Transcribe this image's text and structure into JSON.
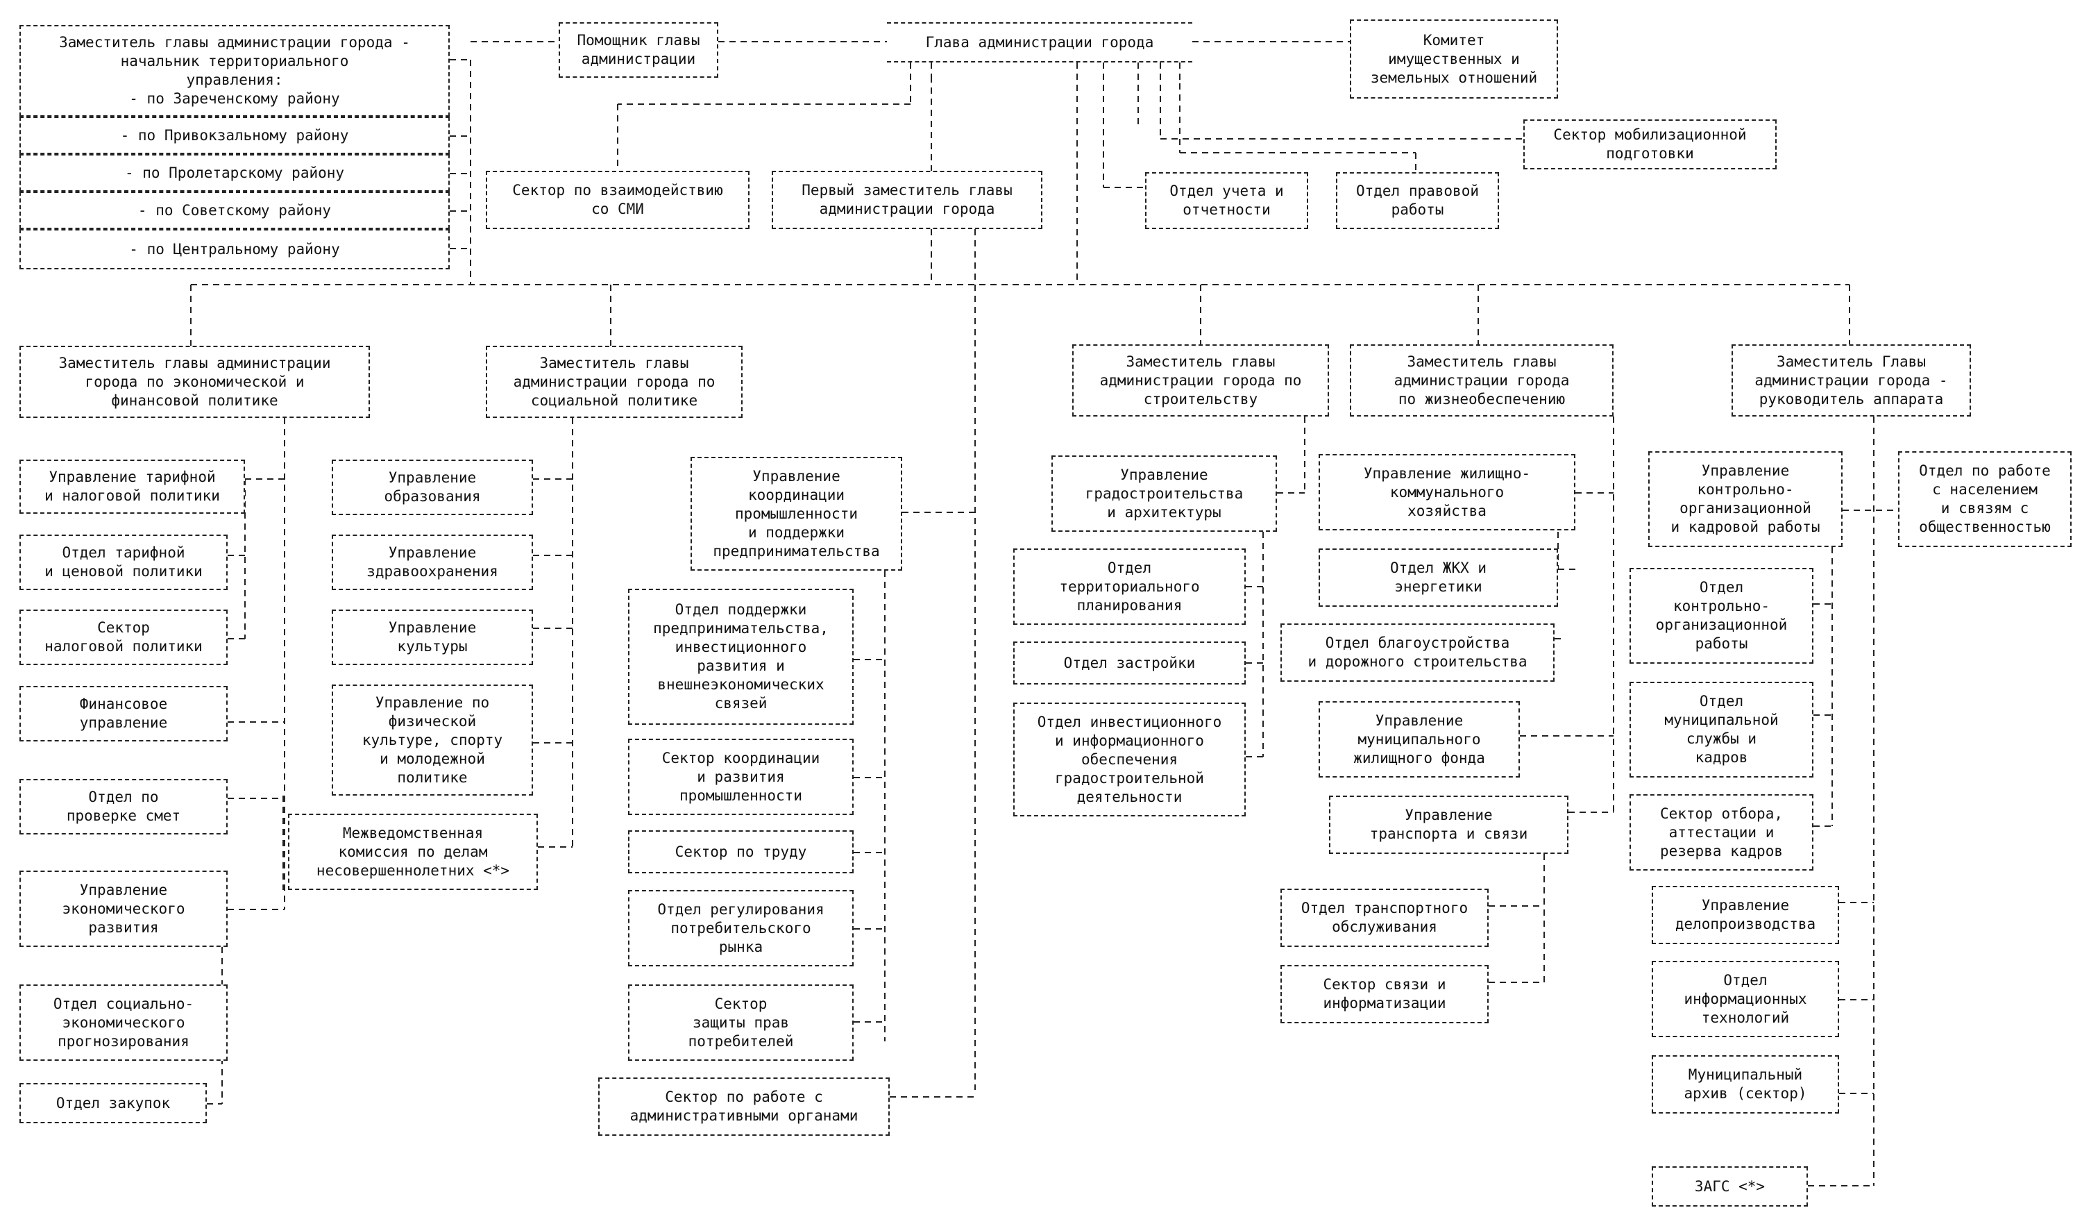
{
  "nodes": [
    {
      "id": "head",
      "text": "Глава администрации города"
    },
    {
      "id": "assistant",
      "text": "Помощник главы\nадминистрации"
    },
    {
      "id": "committee",
      "text": "Комитет\nимущественных и\nземельных отношений"
    },
    {
      "id": "mobilization",
      "text": "Сектор мобилизационной\nподготовки"
    },
    {
      "id": "accounting",
      "text": "Отдел учета и\nотчетности"
    },
    {
      "id": "legal",
      "text": "Отдел правовой\nработы"
    },
    {
      "id": "media",
      "text": "Сектор по взаимодействию\nсо СМИ"
    },
    {
      "id": "first_deputy",
      "text": "Первый заместитель главы\nадминистрации города"
    },
    {
      "id": "terr_deputy",
      "text": "Заместитель главы администрации города -\nначальник территориального\nуправления:\n- по Зареченскому району"
    },
    {
      "id": "terr_privokzal",
      "text": "- по Привокзальному району"
    },
    {
      "id": "terr_proletar",
      "text": "- по Пролетарскому району"
    },
    {
      "id": "terr_sovet",
      "text": "- по Советскому району"
    },
    {
      "id": "terr_central",
      "text": "- по Центральному району"
    },
    {
      "id": "econ_deputy",
      "text": "Заместитель главы администрации\nгорода по экономической и\nфинансовой политике"
    },
    {
      "id": "tariff_mgmt",
      "text": "Управление тарифной\nи налоговой политики"
    },
    {
      "id": "tariff_dept",
      "text": "Отдел тарифной\nи ценовой политики"
    },
    {
      "id": "tax_sector",
      "text": "Сектор\nналоговой политики"
    },
    {
      "id": "finance_mgmt",
      "text": "Финансовое\nуправление"
    },
    {
      "id": "estimates",
      "text": "Отдел по\nпроверке смет"
    },
    {
      "id": "econ_dev",
      "text": "Управление\nэкономического\nразвития"
    },
    {
      "id": "forecast",
      "text": "Отдел социально-\nэкономического\nпрогнозирования"
    },
    {
      "id": "procurement",
      "text": "Отдел закупок"
    },
    {
      "id": "social_deputy",
      "text": "Заместитель главы\nадминистрации города по\nсоциальной политике"
    },
    {
      "id": "education",
      "text": "Управление\nобразования"
    },
    {
      "id": "health",
      "text": "Управление\nздравоохранения"
    },
    {
      "id": "culture",
      "text": "Управление\nкультуры"
    },
    {
      "id": "sport",
      "text": "Управление по\nфизической\nкультуре, спорту\nи молодежной\nполитике"
    },
    {
      "id": "minors",
      "text": "Межведомственная\nкомиссия по делам\nнесовершеннолетних <*>"
    },
    {
      "id": "industry_mgmt",
      "text": "Управление\nкоординации\nпромышленности\nи поддержки\nпредпринимательства"
    },
    {
      "id": "business_dept",
      "text": "Отдел поддержки\nпредпринимательства,\nинвестиционного\nразвития и\nвнешнеэкономических\nсвязей"
    },
    {
      "id": "industry_sector",
      "text": "Сектор координации\nи развития\nпромышленности"
    },
    {
      "id": "labor",
      "text": "Сектор по труду"
    },
    {
      "id": "market",
      "text": "Отдел регулирования\nпотребительского\nрынка"
    },
    {
      "id": "consumers",
      "text": "Сектор\nзащиты прав\nпотребителей"
    },
    {
      "id": "admin_organs",
      "text": "Сектор по работе с\nадминистративными органами"
    },
    {
      "id": "build_deputy",
      "text": "Заместитель главы\nадминистрации города по\nстроительству"
    },
    {
      "id": "urban_mgmt",
      "text": "Управление\nградостроительства\nи архитектуры"
    },
    {
      "id": "territorial_planning",
      "text": "Отдел\nтерриториального\nпланирования"
    },
    {
      "id": "development",
      "text": "Отдел застройки"
    },
    {
      "id": "invest_info",
      "text": "Отдел инвестиционного\nи информационного\nобеспечения\nградостроительной\nдеятельности"
    },
    {
      "id": "life_deputy",
      "text": "Заместитель главы\nадминистрации города\nпо жизнеобеспечению"
    },
    {
      "id": "housing_mgmt",
      "text": "Управление жилищно-\nкоммунального\nхозяйства"
    },
    {
      "id": "zhkh",
      "text": "Отдел ЖКХ и\nэнергетики"
    },
    {
      "id": "roads",
      "text": "Отдел благоустройства\nи дорожного строительства"
    },
    {
      "id": "housing_fund",
      "text": "Управление\nмуниципального\nжилищного фонда"
    },
    {
      "id": "transport_mgmt",
      "text": "Управление\nтранспорта и связи"
    },
    {
      "id": "transport_dept",
      "text": "Отдел транспортного\nобслуживания"
    },
    {
      "id": "communication",
      "text": "Сектор связи и\nинформатизации"
    },
    {
      "id": "apparatus_deputy",
      "text": "Заместитель Главы\nадминистрации города -\nруководитель аппарата"
    },
    {
      "id": "control_mgmt",
      "text": "Управление\nконтрольно-\nорганизационной\nи кадровой работы"
    },
    {
      "id": "control_dept",
      "text": "Отдел\nконтрольно-\nорганизационной\nработы"
    },
    {
      "id": "service_dept",
      "text": "Отдел\nмуниципальной\nслужбы и\nкадров"
    },
    {
      "id": "selection",
      "text": "Сектор отбора,\nаттестации и\nрезерва кадров"
    },
    {
      "id": "paperwork",
      "text": "Управление\nделопроизводства"
    },
    {
      "id": "it_dept",
      "text": "Отдел\nинформационных\nтехнологий"
    },
    {
      "id": "archive",
      "text": "Муниципальный\nархив (сектор)"
    },
    {
      "id": "zags",
      "text": "ЗАГС <*>"
    },
    {
      "id": "population",
      "text": "Отдел по работе\nс населением\nи связям с\nобщественностью"
    }
  ]
}
